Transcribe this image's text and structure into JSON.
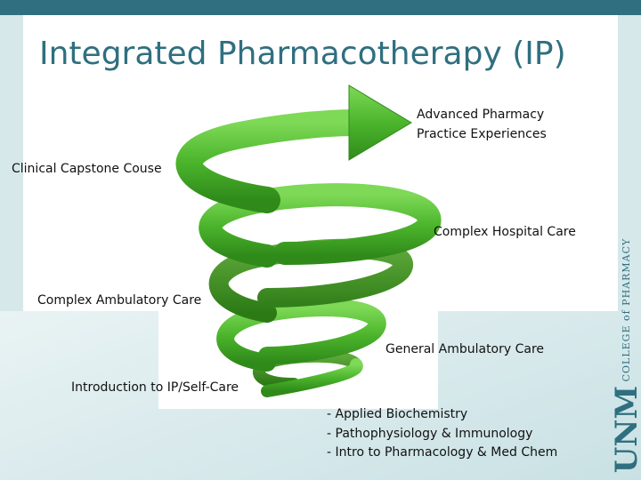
{
  "slide": {
    "title": "Integrated Pharmacotherapy (IP)"
  },
  "spiral_labels": {
    "advanced_line1": "Advanced Pharmacy",
    "advanced_line2": "Practice Experiences",
    "capstone": "Clinical Capstone Couse",
    "hospital": "Complex Hospital Care",
    "ambulatory_complex": "Complex Ambulatory Care",
    "ambulatory_general": "General Ambulatory Care",
    "intro": "Introduction to IP/Self-Care"
  },
  "prerequisites": [
    "- Applied Biochemistry",
    "- Pathophysiology & Immunology",
    "- Intro to Pharmacology & Med Chem"
  ],
  "logo": {
    "name": "UNM",
    "subtitle": "COLLEGE of PHARMACY"
  },
  "colors": {
    "brand_teal": "#2f6f7f",
    "spiral_green": "#4cb52c",
    "spiral_dark": "#2f8a1a"
  }
}
